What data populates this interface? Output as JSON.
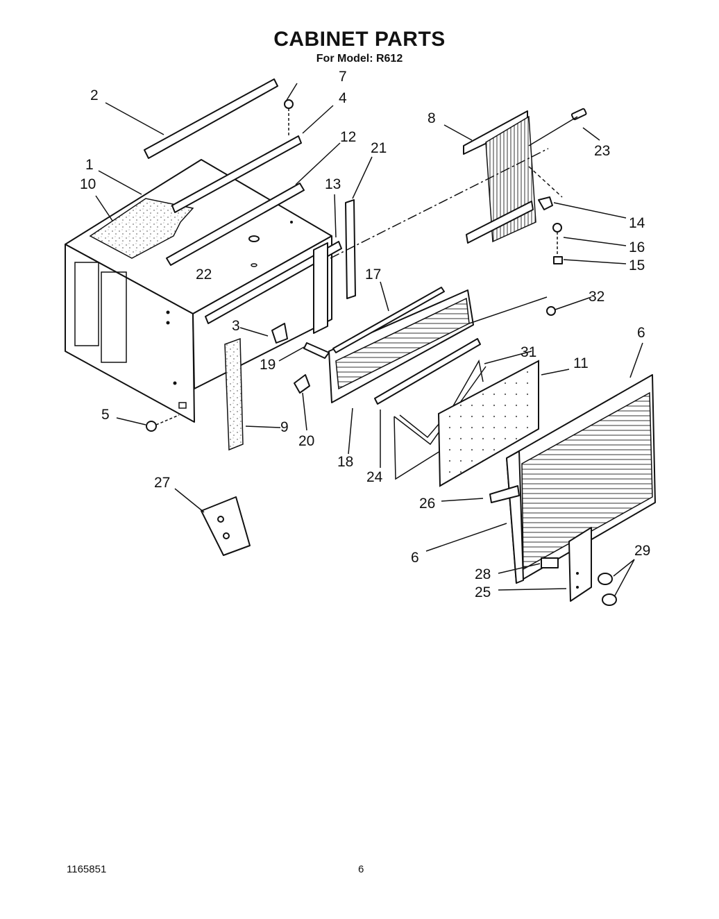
{
  "header": {
    "title": "CABINET PARTS",
    "subtitle": "For Model: R612"
  },
  "footer": {
    "doc_number": "1165851",
    "page_number": "6"
  },
  "callouts": [
    "1",
    "2",
    "3",
    "4",
    "5",
    "6",
    "7",
    "8",
    "9",
    "10",
    "11",
    "12",
    "13",
    "14",
    "15",
    "16",
    "17",
    "18",
    "19",
    "20",
    "21",
    "22",
    "23",
    "24",
    "25",
    "26",
    "27",
    "28",
    "29",
    "31",
    "32"
  ]
}
